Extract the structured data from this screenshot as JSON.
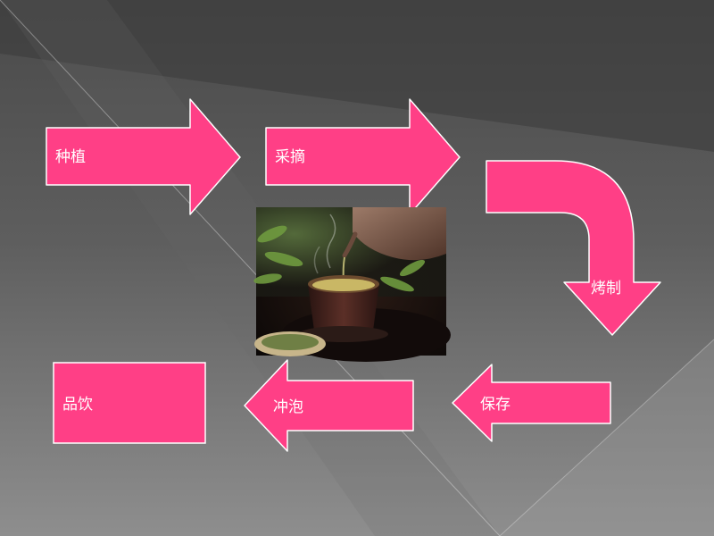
{
  "steps": [
    {
      "label": "种植"
    },
    {
      "label": "采摘"
    },
    {
      "label": "烤制"
    },
    {
      "label": "保存"
    },
    {
      "label": "冲泡"
    },
    {
      "label": "品饮"
    }
  ],
  "colors": {
    "shape_fill": "#ff3f86",
    "shape_stroke": "#ffffff",
    "label_text": "#ffffff",
    "background_dark": "#4a4a4a",
    "background_light": "#8e8e8e"
  }
}
